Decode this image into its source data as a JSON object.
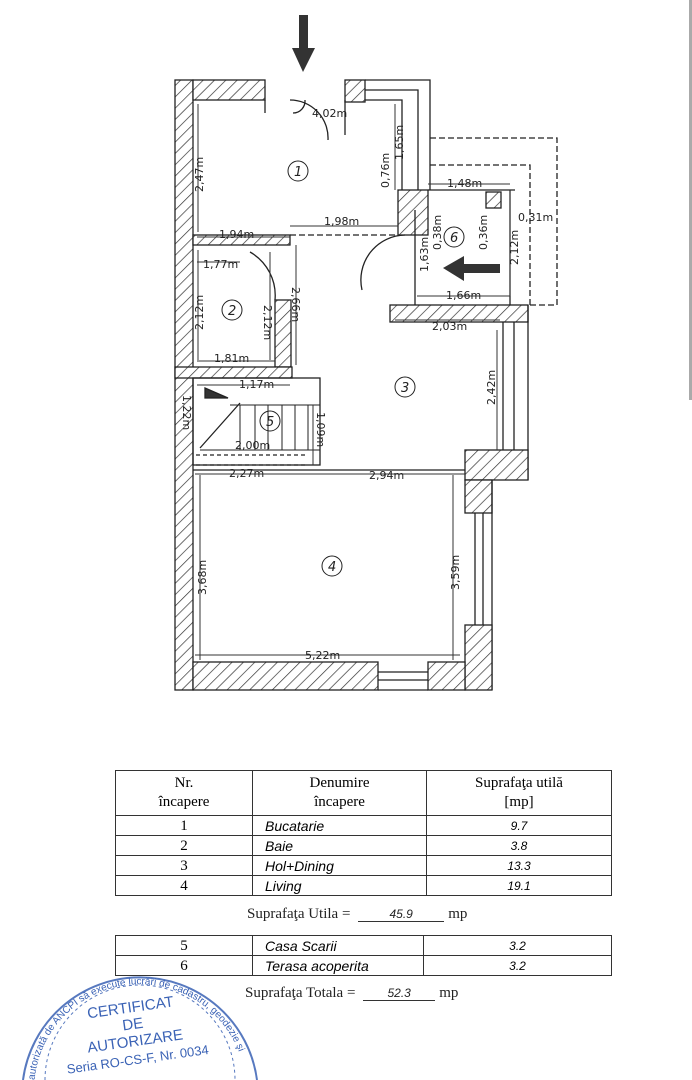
{
  "plan": {
    "rooms": [
      "1",
      "2",
      "3",
      "4",
      "5",
      "6"
    ],
    "dims": {
      "d402": "4,02m",
      "d247": "2,47m",
      "d076": "0,76m",
      "d165": "1,65m",
      "d148": "1,48m",
      "d031": "0,31m",
      "d198": "1,98m",
      "d194": "1,94m",
      "d177": "1,77m",
      "d038": "0,38m",
      "d036": "0,36m",
      "d163": "1,63m",
      "d212a": "2,12m",
      "d212b": "2,12m",
      "d212c": "2,12m",
      "d266": "2,66m",
      "d166": "1,66m",
      "d203": "2,03m",
      "d181": "1,81m",
      "d117": "1,17m",
      "d122": "1,22m",
      "d242": "2,42m",
      "d109": "1,09m",
      "d200": "2,00m",
      "d227": "2,27m",
      "d294": "2,94m",
      "d368": "3,68m",
      "d359": "3,59m",
      "d522": "5,22m"
    }
  },
  "table": {
    "headers": [
      "Nr.\nîncapere",
      "Denumire\nîncapere",
      "Suprafaţa utilă\n[mp]"
    ],
    "header_lines": [
      [
        "Nr.",
        "încapere"
      ],
      [
        "Denumire",
        "încapere"
      ],
      [
        "Suprafaţa utilă",
        "[mp]"
      ]
    ],
    "rows": [
      {
        "nr": "1",
        "name": "Bucatarie",
        "area": "9.7"
      },
      {
        "nr": "2",
        "name": "Baie",
        "area": "3.8"
      },
      {
        "nr": "3",
        "name": "Hol+Dining",
        "area": "13.3"
      },
      {
        "nr": "4",
        "name": "Living",
        "area": "19.1"
      }
    ],
    "utila_label": "Suprafaţa Utila =",
    "utila_value": "45.9",
    "unit": "mp",
    "rows2": [
      {
        "nr": "5",
        "name": "Casa Scarii",
        "area": "3.2"
      },
      {
        "nr": "6",
        "name": "Terasa acoperita",
        "area": "3.2"
      }
    ],
    "totala_label": "Suprafaţa Totala =",
    "totala_value": "52.3"
  },
  "stamp": {
    "ring": "autorizată de ANCPI să execute lucrări de cadastru, geodezie şi",
    "line1": "CERTIFICAT",
    "line2": "DE",
    "line3": "AUTORIZARE",
    "line4": "Seria RO-CS-F, Nr. 0034",
    "color": "#3a62b5"
  }
}
